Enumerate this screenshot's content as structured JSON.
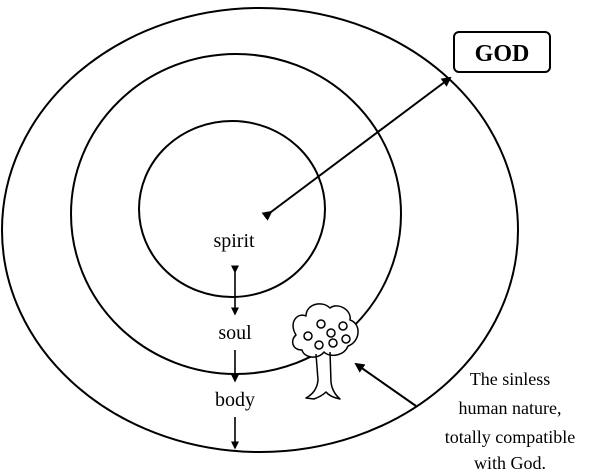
{
  "labels": {
    "god": "GOD",
    "spirit": "spirit",
    "soul": "soul",
    "body": "body"
  },
  "annotation": {
    "line1": "The sinless",
    "line2": "human nature,",
    "line3": "totally compatible",
    "line4": "with God."
  },
  "icons": {
    "tree": "apple-tree-icon"
  }
}
